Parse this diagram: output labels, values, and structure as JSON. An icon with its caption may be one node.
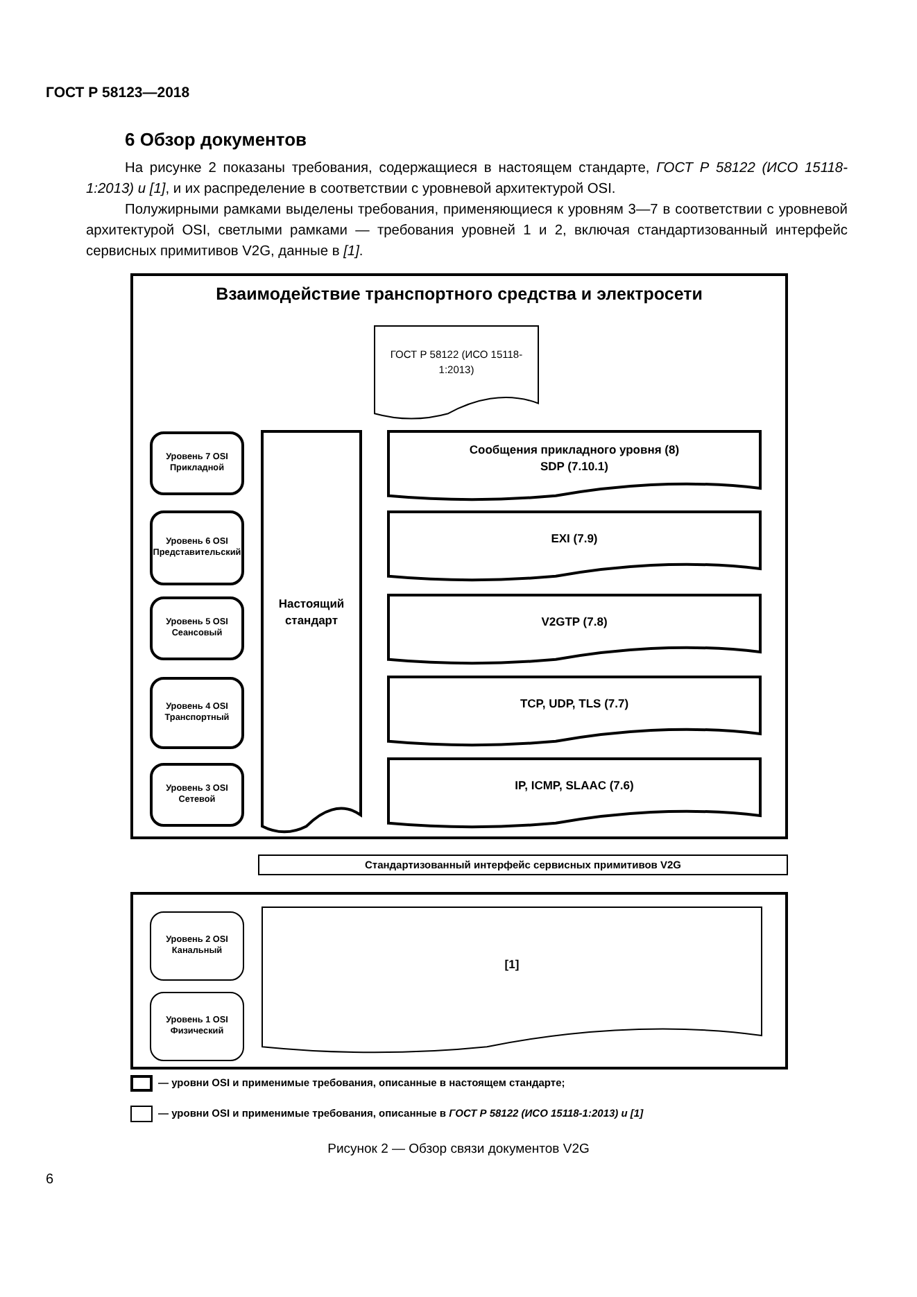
{
  "diagram": {
    "caption": "Рисунок 2 — Обзор связи документов V2G",
    "nodes": [
      {
        "text": [
          "Взаимодействие транспортного средства и электросети"
        ]
      },
      {
        "text": [
          "ГОСТ Р 58122 (ИСО 15118-1:2013)"
        ],
        "in": 0
      },
      {
        "text": [
          "Уровень 7 OSI Прикладной"
        ],
        "in": 0
      },
      {
        "text": [
          "Уровень 6 OSI Представительский"
        ],
        "in": 0
      },
      {
        "text": [
          "Уровень 5 OSI Сеансовый"
        ],
        "in": 0
      },
      {
        "text": [
          "Уровень 4 OSI Транспортный"
        ],
        "in": 0
      },
      {
        "text": [
          "Уровень 3 OSI Сетевой"
        ],
        "in": 0
      },
      {
        "text": [
          "Настоящий стандарт"
        ],
        "in": 0
      },
      {
        "text": [
          "Сообщения прикладного уровня (8)",
          "SDP (7.10.1)"
        ],
        "in": 0
      },
      {
        "text": [
          "EXI (7.9)"
        ],
        "in": 0
      },
      {
        "text": [
          "V2GTP (7.8)"
        ],
        "in": 0
      },
      {
        "text": [
          "TCP, UDP, TLS (7.7)"
        ],
        "in": 0
      },
      {
        "text": [
          "IP, ICMP, SLAAC (7.6)"
        ],
        "in": 0
      },
      {
        "text": [
          "Стандартизованный интерфейс сервисных примитивов V2G"
        ]
      },
      {
        "text": [],
        "shape": "box"
      },
      {
        "text": [
          "Уровень 2 OSI Канальный"
        ],
        "in": 14
      },
      {
        "text": [
          "Уровень 1 OSI Физический"
        ],
        "in": 14
      },
      {
        "text": [
          "[1]"
        ],
        "in": 14
      }
    ],
    "edges": [],
    "labels": [
      "ГОСТ Р 58123—2018",
      "6 Обзор документов",
      "На рисунке 2 показаны требования, содержащиеся в настоящем стандарте, *ГОСТ Р 58122 (ИСО 15118-1:2013) и [1]*, и их распределение в соответствии с уровневой архитектурой OSI.",
      "Полужирными рамками выделены требования, применяющиеся к уровням 3—7 в соответствии с уровневой архитектурой OSI, светлыми рамками — требования уровней 1 и 2, включая стандартизованный интерфейс сервисных примитивов V2G, данные в *[1]*.",
      "6"
    ],
    "legend": [
      {
        "text": "— уровни OSI и применимые требования, описанные в настоящем стандарте;"
      },
      {
        "text": "— уровни OSI и применимые требования, описанные в *ГОСТ Р 58122 (ИСО 15118-1:2013) и [1]*"
      }
    ]
  }
}
